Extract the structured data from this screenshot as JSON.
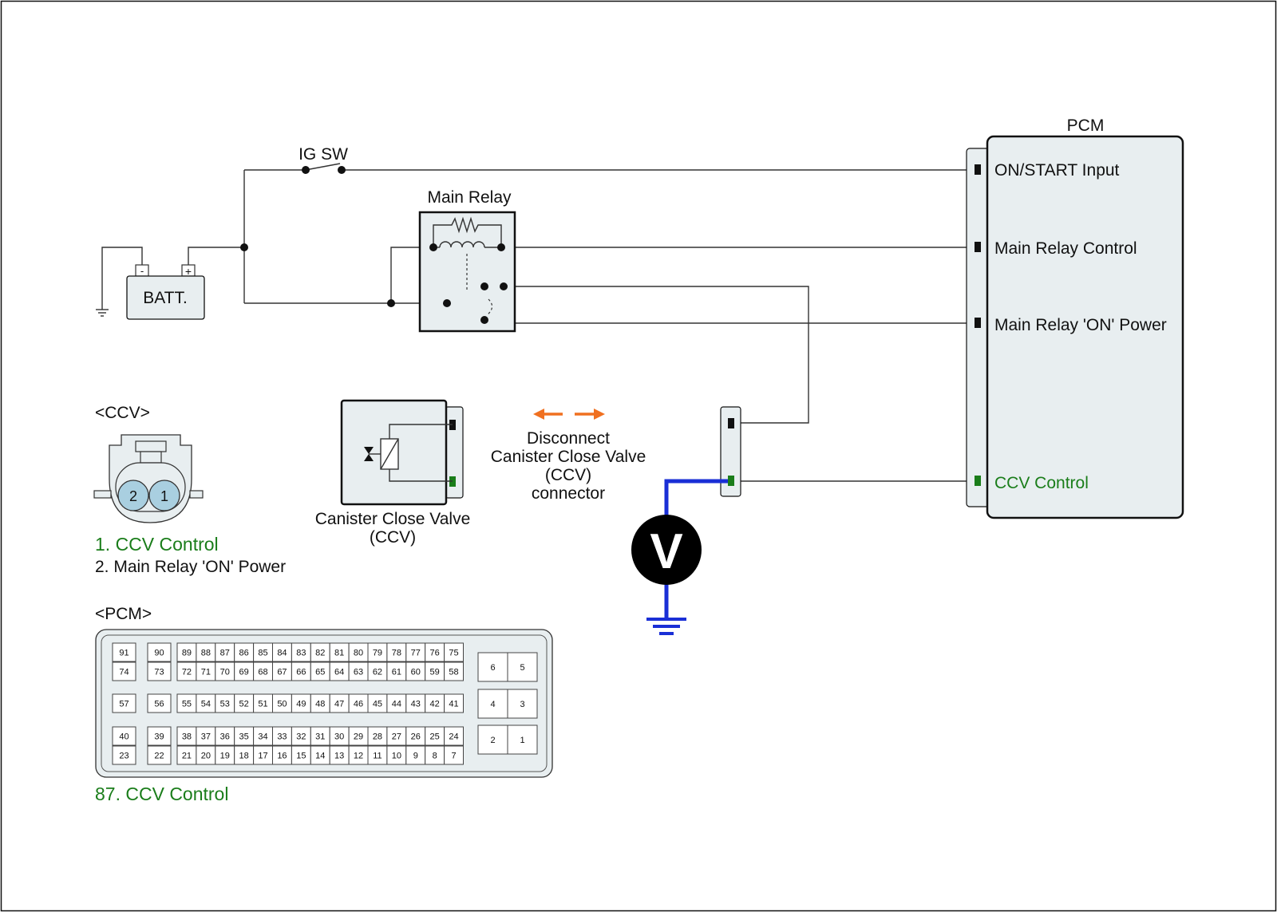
{
  "labels": {
    "ig_sw": "IG SW",
    "batt": "BATT.",
    "batt_minus": "-",
    "batt_plus": "+",
    "main_relay": "Main Relay",
    "pcm_title": "PCM",
    "pcm_on_start": "ON/START Input",
    "pcm_main_relay_control": "Main Relay Control",
    "pcm_main_relay_on_power": "Main Relay 'ON' Power",
    "pcm_ccv_control": "CCV Control",
    "ccv_valve_line1": "Canister Close Valve",
    "ccv_valve_line2": "(CCV)",
    "disconnect_line1": "Disconnect",
    "disconnect_line2": "Canister Close Valve",
    "disconnect_line3": "(CCV)",
    "disconnect_line4": "connector",
    "voltmeter": "V"
  },
  "ccv_connector": {
    "heading": "<CCV>",
    "pin_left": "2",
    "pin_right": "1",
    "legend_1": "1. CCV Control",
    "legend_2": "2. Main Relay 'ON' Power"
  },
  "pcm_connector": {
    "heading": "<PCM>",
    "legend": "87. CCV Control",
    "highlight_pin": "87",
    "highlight_color": "#a9cfe0",
    "left_col_a": [
      "91",
      "74",
      "57",
      "40",
      "23"
    ],
    "left_col_b": [
      "90",
      "73",
      "56",
      "39",
      "22"
    ],
    "grid_row_1": [
      "89",
      "88",
      "87",
      "86",
      "85",
      "84",
      "83",
      "82",
      "81",
      "80",
      "79",
      "78",
      "77",
      "76",
      "75"
    ],
    "grid_row_2": [
      "72",
      "71",
      "70",
      "69",
      "68",
      "67",
      "66",
      "65",
      "64",
      "63",
      "62",
      "61",
      "60",
      "59",
      "58"
    ],
    "grid_row_3": [
      "55",
      "54",
      "53",
      "52",
      "51",
      "50",
      "49",
      "48",
      "47",
      "46",
      "45",
      "44",
      "43",
      "42",
      "41"
    ],
    "grid_row_4": [
      "38",
      "37",
      "36",
      "35",
      "34",
      "33",
      "32",
      "31",
      "30",
      "29",
      "28",
      "27",
      "26",
      "25",
      "24"
    ],
    "grid_row_5": [
      "21",
      "20",
      "19",
      "18",
      "17",
      "16",
      "15",
      "14",
      "13",
      "12",
      "11",
      "10",
      "9",
      "8",
      "7"
    ],
    "right_block": [
      [
        "6",
        "5"
      ],
      [
        "4",
        "3"
      ],
      [
        "2",
        "1"
      ]
    ]
  },
  "colors": {
    "ccv_control_text": "#1a7d1a",
    "meter_wire": "#1a2fd6",
    "disconnect_arrows": "#f07020",
    "component_fill": "#e8eef0",
    "pin_black": "#111111",
    "pin_green": "#1a7d1a"
  },
  "icons": [
    "ground-symbol-icon",
    "voltmeter-icon",
    "disconnect-arrows-icon",
    "relay-coil-icon",
    "solenoid-icon"
  ]
}
